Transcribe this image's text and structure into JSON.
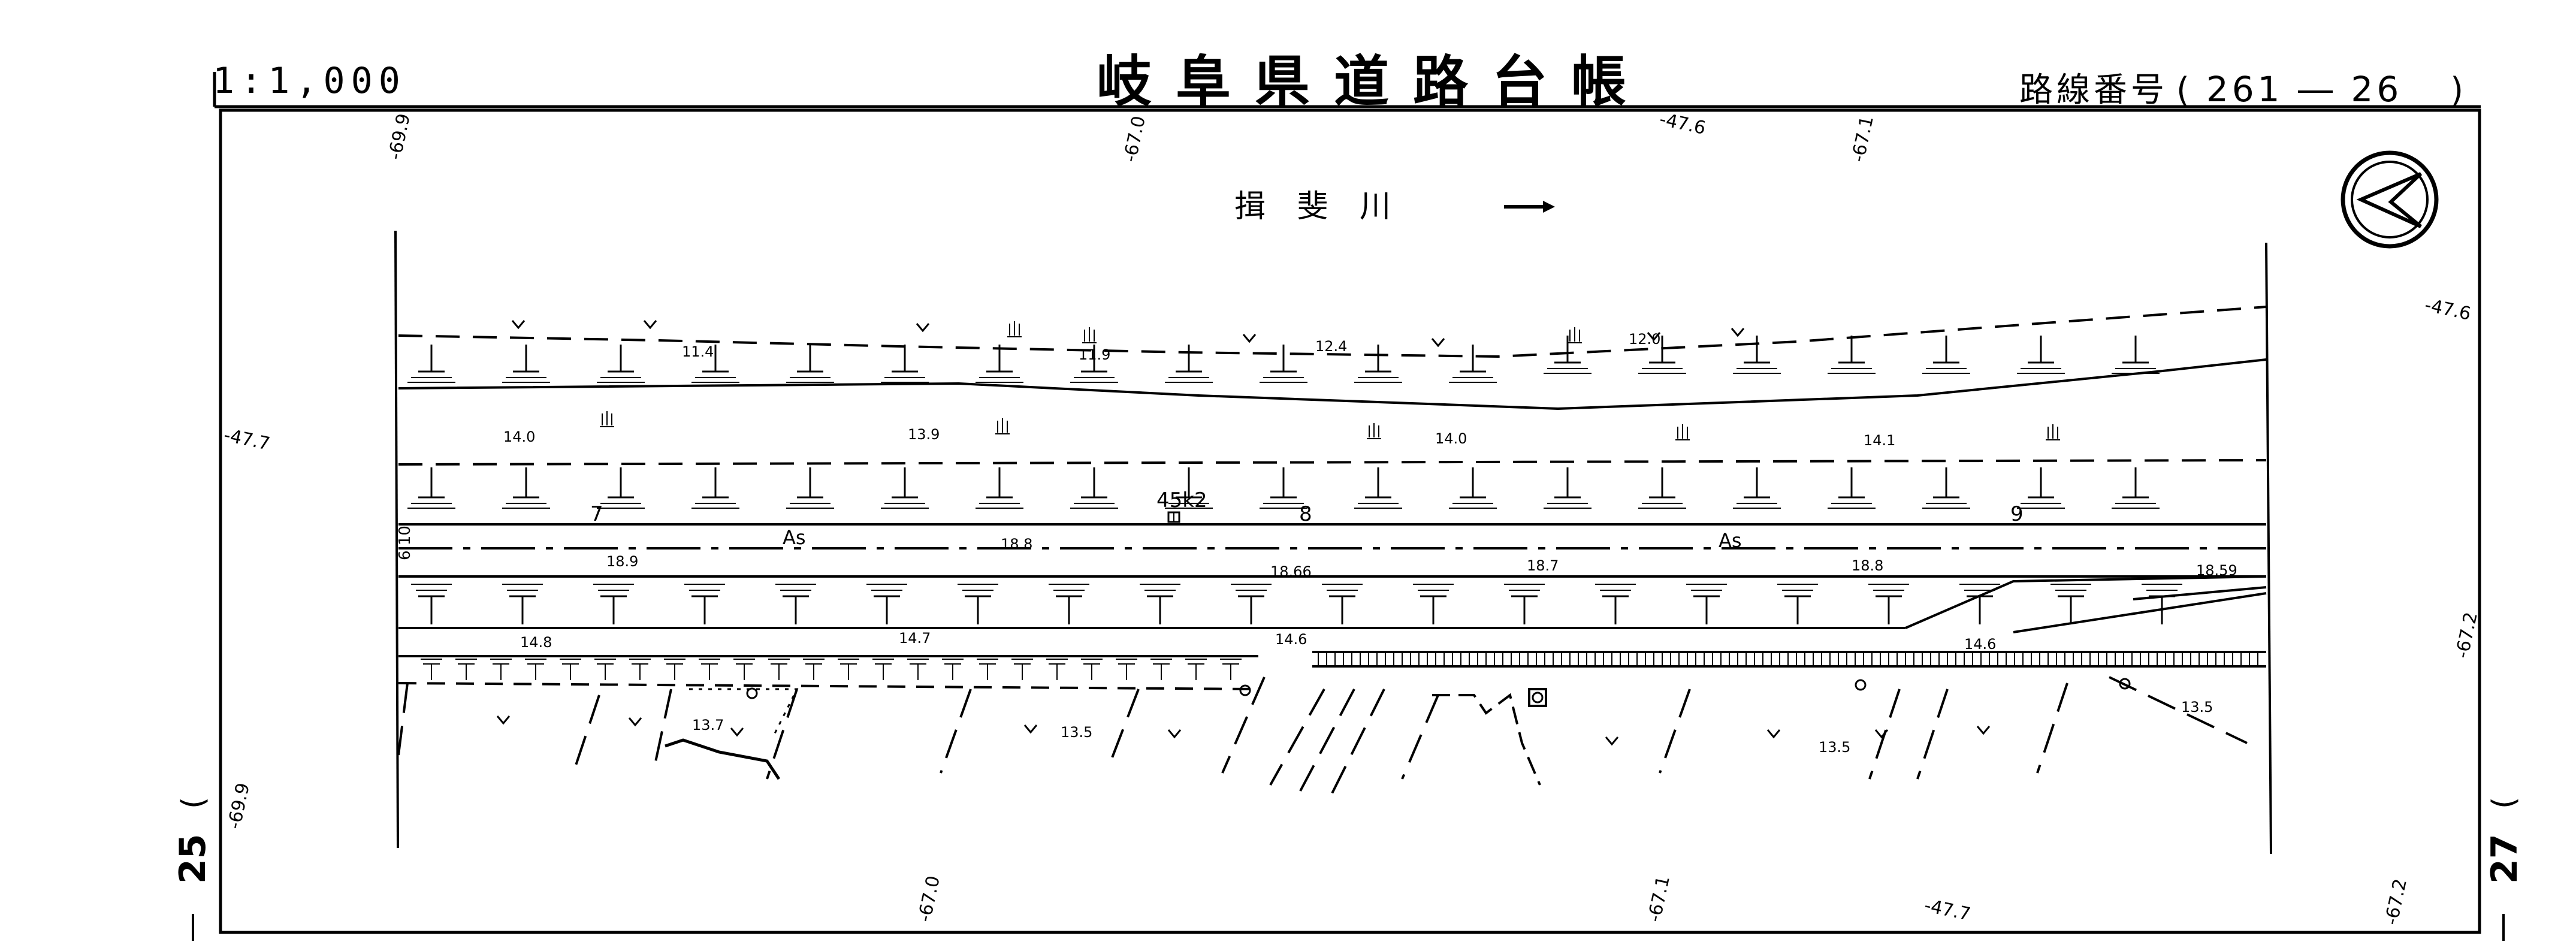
{
  "header": {
    "scale": "1:1,000",
    "title": "岐阜県道路台帳",
    "route_label": "路線番号",
    "route_open": "(",
    "route_number": "261 ― 26",
    "route_close": ")"
  },
  "sheets": {
    "left": "25",
    "right": "27"
  },
  "river": {
    "name": "揖 斐 川",
    "arrow": "⟶"
  },
  "map": {
    "kilometer_post": "45k2",
    "station_numbers": [
      "7",
      "8",
      "9"
    ],
    "surface_labels": [
      "As",
      "As"
    ],
    "grid_labels": [
      "-69.9",
      "-67.0",
      "-47.6",
      "-67.1",
      "-47.6",
      "-47.7",
      "-67.2",
      "-69.9",
      "-67.0",
      "-67.1",
      "-47.7",
      "-67.2"
    ],
    "elevations_upper": [
      "11.4",
      "11.9",
      "12.4",
      "12.0"
    ],
    "elevations_mid": [
      "14.0",
      "13.9",
      "14.0",
      "14.1"
    ],
    "elevations_road": [
      "18.9",
      "18.8",
      "18.66",
      "18.7",
      "18.8",
      "18.59"
    ],
    "elevations_lower": [
      "14.8",
      "14.7",
      "14.6",
      "14.6"
    ],
    "elevations_bottom": [
      "13.7",
      "13.5",
      "13.5",
      "13.5"
    ],
    "width_label": "6.10"
  },
  "colors": {
    "ink": "#000000",
    "paper": "#ffffff"
  }
}
